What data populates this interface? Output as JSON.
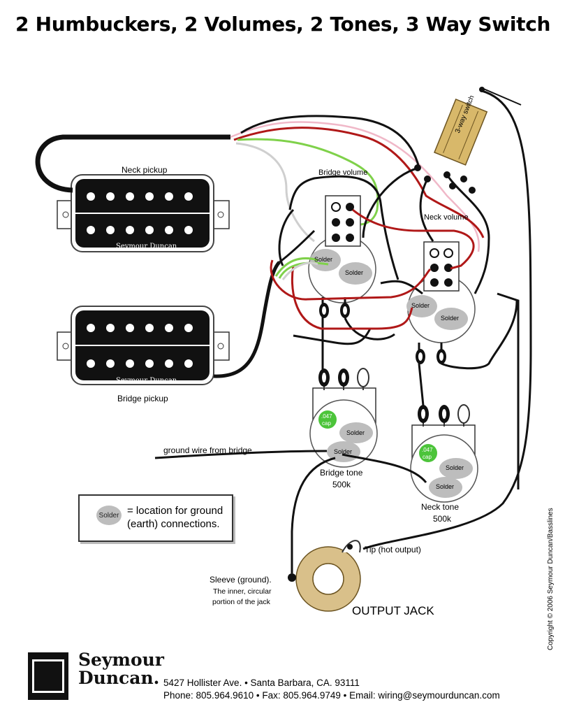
{
  "title": "2 Humbuckers, 2 Volumes, 2 Tones, 3 Way Switch",
  "labels": {
    "neck_pickup": "Neck pickup",
    "bridge_pickup": "Bridge pickup",
    "seymour_duncan_neck": "Seymour Duncan",
    "seymour_duncan_bridge": "Seymour Duncan",
    "bridge_volume": "Bridge volume",
    "neck_volume": "Neck volume",
    "three_way_switch": "3-way switch",
    "solder": "Solder",
    "cap_value": ".047",
    "cap_unit": "cap",
    "ground_wire": "ground wire from bridge",
    "bridge_tone": "Bridge tone",
    "bridge_tone_value": "500k",
    "neck_tone": "Neck tone",
    "neck_tone_value": "500k",
    "tip": "Tip (hot output)",
    "sleeve_line1": "Sleeve (ground).",
    "sleeve_line2": "The inner, circular",
    "sleeve_line3": "portion of the jack",
    "output_jack": "OUTPUT JACK"
  },
  "legend": {
    "dot_label": "Solder",
    "text_line1": "= location for ground",
    "text_line2": "(earth) connections."
  },
  "footer": {
    "brand_line1": "Seymour",
    "brand_line2": "Duncan.",
    "address": "5427 Hollister Ave.  •  Santa Barbara, CA. 93111",
    "contact": "Phone: 805.964.9610  •  Fax: 805.964.9749  •  Email: wiring@seymourduncan.com",
    "copyright": "Copyright © 2006 Seymour Duncan/Basslines"
  },
  "colors": {
    "wire_black": "#111111",
    "wire_red": "#b01818",
    "wire_green": "#7fd14a",
    "wire_white": "#cfcfcf",
    "wire_pink": "#f0b8c8",
    "solder_gray": "#bdbdbd",
    "cap_green": "#4cc43a",
    "switch_tan": "#d8b86a",
    "jack_tan": "#d9c08a"
  }
}
